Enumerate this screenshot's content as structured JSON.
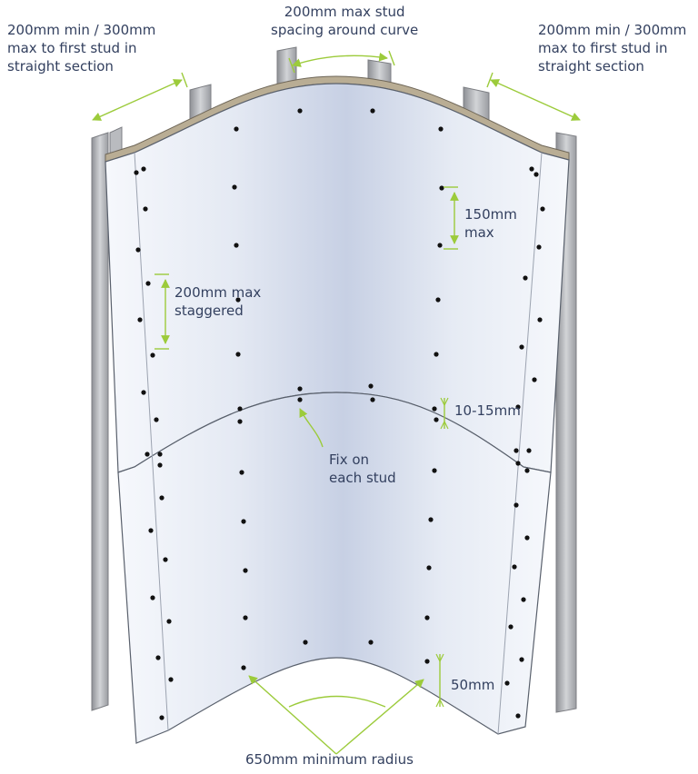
{
  "colors": {
    "label_text": "#33405f",
    "dimension_line": "#9ccb3b",
    "panel_light": "#f2f5fb",
    "panel_shade": "#c7d0e4",
    "panel_edge": "#b9ad94",
    "stud": "#a4a6aa",
    "fixing": "#111111"
  },
  "labels": {
    "top_left": [
      "200mm min / 300mm",
      "max to first stud in",
      "straight section"
    ],
    "top_center": [
      "200mm max stud",
      "spacing around curve"
    ],
    "top_right": [
      "200mm min / 300mm",
      "max to first stud in",
      "straight section"
    ],
    "vertical_spacing": [
      "150mm",
      "max"
    ],
    "staggered": [
      "200mm max",
      "staggered"
    ],
    "edge_distance": "10-15mm",
    "fix_note": [
      "Fix on",
      "each stud"
    ],
    "bottom_edge": "50mm",
    "radius": "650mm minimum radius"
  }
}
